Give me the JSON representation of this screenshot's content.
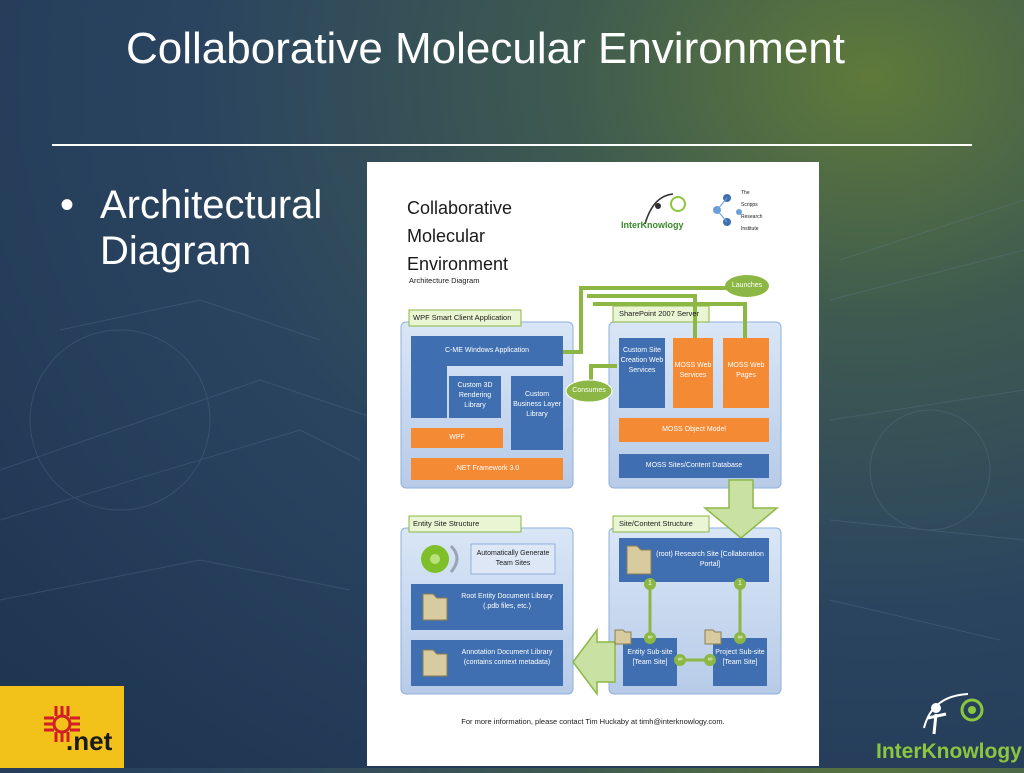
{
  "slide": {
    "title": "Collaborative Molecular Environment",
    "bullet": "Architectural Diagram",
    "bullet_glyph": "•",
    "net_logo_text": ".net",
    "brand_text": "InterKnowlogy"
  },
  "doc": {
    "title": "Collaborative Molecular Environment",
    "subtitle": "Architecture Diagram",
    "interknowlogy_logo": "InterKnowlogy",
    "scripps_line1": "The",
    "scripps_line2": "Scripps",
    "scripps_line3": "Research",
    "scripps_line4": "Institute",
    "footer": "For more information, please contact Tim Huckaby at timh@interknowlogy.com."
  },
  "wpf_panel": {
    "header": "WPF Smart Client Application",
    "cme_app": "C-ME Windows Application",
    "custom_3d": "Custom 3D Rendering Library",
    "custom_business": "Custom Business Layer Library",
    "wpf": "WPF",
    "net_framework": ".NET Framework 3.0"
  },
  "sharepoint_panel": {
    "header": "SharePoint 2007 Server",
    "custom_site": "Custom Site Creation Web Services",
    "moss_web_services": "MOSS Web Services",
    "moss_web_pages": "MOSS Web Pages",
    "moss_object_model": "MOSS Object Model",
    "moss_database": "MOSS Sites/Content Database"
  },
  "callouts": {
    "launches": "Launches",
    "consumes": "Consumes"
  },
  "entity_panel": {
    "header": "Entity Site Structure",
    "auto_generate": "Automatically Generate Team Sites",
    "root_entity": "Root Entity Document Library (.pdb files, etc.)",
    "annotation": "Annotation Document Library (contains context metadata)"
  },
  "site_panel": {
    "header": "Site/Content Structure",
    "root_site": "(root) Research Site [Collaboration Portal]",
    "entity_subsite": "Entity Sub-site [Team Site]",
    "project_subsite": "Project Sub-site [Team Site]",
    "badge_one": "1",
    "badge_infinity": "∞"
  },
  "colors": {
    "orange_box": "#f58a35",
    "blue_box": "#3f6fb0",
    "panel_bg": "#c5d7ef",
    "green_callout": "#8cb744",
    "label_green": "#e9f5d3",
    "nm_yellow": "#f2c21b",
    "nm_red": "#d21f26"
  }
}
